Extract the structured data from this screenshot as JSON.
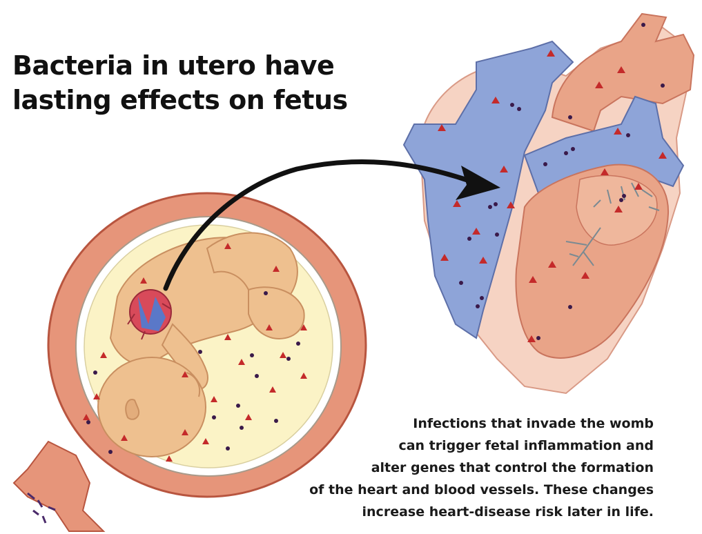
{
  "headline": {
    "line1": "Bacteria in utero have",
    "line2": "lasting effects on fetus"
  },
  "caption": {
    "line1": "Infections that invade the womb",
    "line2": "can trigger fetal inflammation and",
    "line3": "alter genes that control the formation",
    "line4": "of the heart and blood vessels. These changes",
    "line5": "increase heart-disease risk later in life."
  },
  "colors": {
    "uterus_wall": "#e6957a",
    "uterus_outline": "#b8553f",
    "amniotic_fluid": "#fbf3c6",
    "fetus_skin": "#eec08f",
    "heart_chamber": "#e9a488",
    "vessel_blue": "#8ea4d8",
    "bacteria_red": "#c42a2a",
    "bacteria_purple": "#3a1a4a",
    "arrow": "#111111"
  },
  "icons": {
    "arrow": "curved-arrow-icon",
    "bacteria_triangle": "triangle-bacteria-icon",
    "bacteria_dot": "dot-bacteria-icon"
  }
}
